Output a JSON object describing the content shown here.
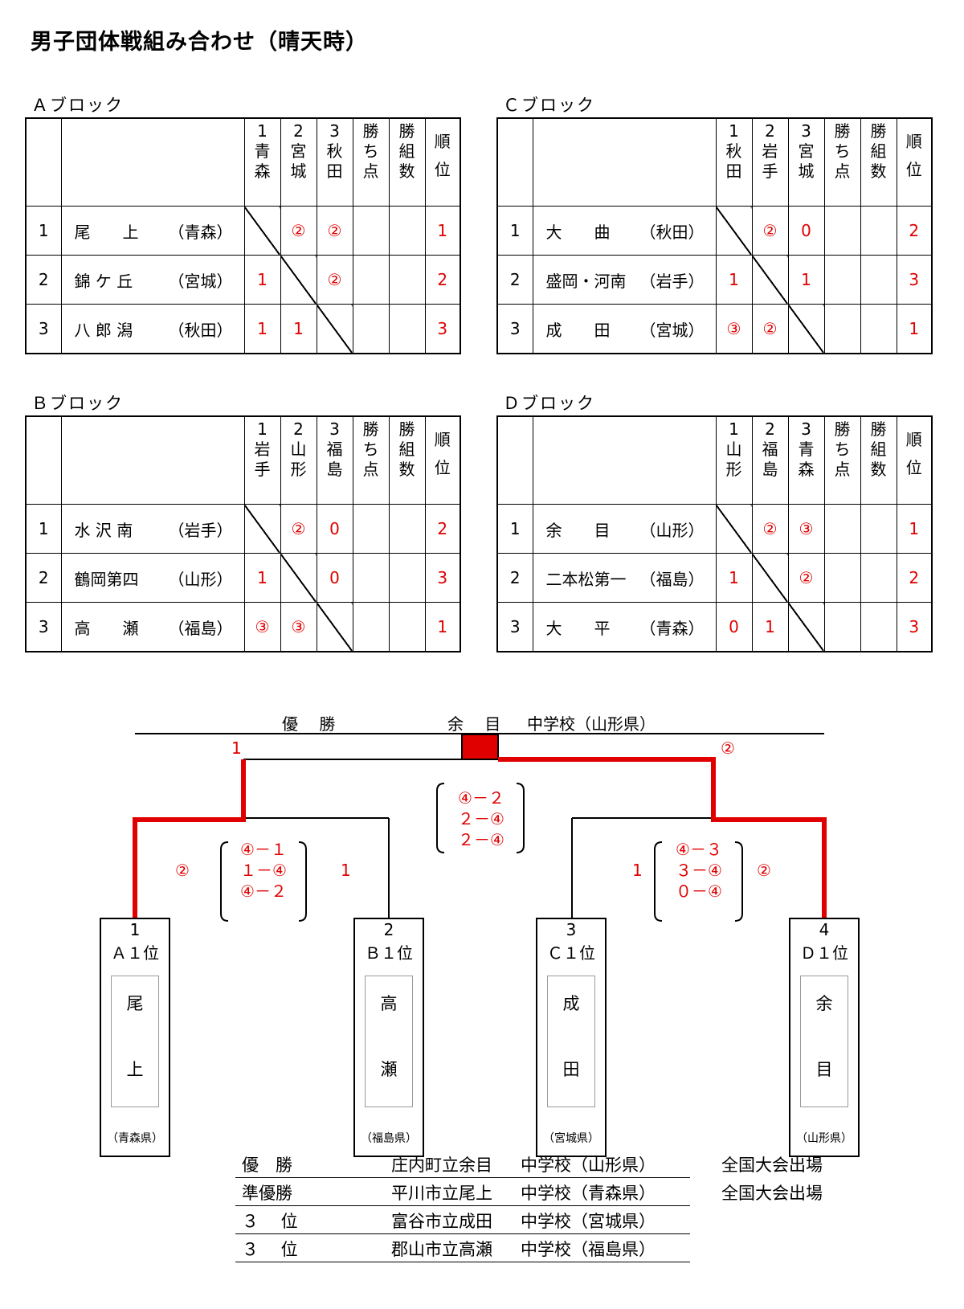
{
  "title": "男子団体戦組み合わせ（晴天時）",
  "colors": {
    "winner_line": "#e00000",
    "score_text": "#e00000"
  },
  "headers": {
    "points": [
      "勝",
      "ち",
      "点"
    ],
    "wins": [
      "勝",
      "組",
      "数"
    ],
    "rank": [
      "順",
      "位"
    ]
  },
  "blocks": [
    {
      "label": "Ａブロック",
      "cols": [
        [
          "1",
          "青",
          "森"
        ],
        [
          "2",
          "宮",
          "城"
        ],
        [
          "3",
          "秋",
          "田"
        ]
      ],
      "teams": [
        {
          "no": "1",
          "name": "尾　　上",
          "pref": "（青森）",
          "results": [
            "x",
            "②",
            "②"
          ],
          "rank": "1"
        },
        {
          "no": "2",
          "name": "錦 ケ 丘",
          "pref": "（宮城）",
          "results": [
            "1",
            "x",
            "②"
          ],
          "rank": "2"
        },
        {
          "no": "3",
          "name": "八 郎 潟",
          "pref": "（秋田）",
          "results": [
            "1",
            "1",
            "x"
          ],
          "rank": "3"
        }
      ]
    },
    {
      "label": "Ｃブロック",
      "cols": [
        [
          "1",
          "秋",
          "田"
        ],
        [
          "2",
          "岩",
          "手"
        ],
        [
          "3",
          "宮",
          "城"
        ]
      ],
      "teams": [
        {
          "no": "1",
          "name": "大　　曲",
          "pref": "（秋田）",
          "results": [
            "x",
            "②",
            "0"
          ],
          "rank": "2"
        },
        {
          "no": "2",
          "name": "盛岡・河南",
          "pref": "（岩手）",
          "results": [
            "1",
            "x",
            "1"
          ],
          "rank": "3"
        },
        {
          "no": "3",
          "name": "成　　田",
          "pref": "（宮城）",
          "results": [
            "③",
            "②",
            "x"
          ],
          "rank": "1"
        }
      ]
    },
    {
      "label": "Ｂブロック",
      "cols": [
        [
          "1",
          "岩",
          "手"
        ],
        [
          "2",
          "山",
          "形"
        ],
        [
          "3",
          "福",
          "島"
        ]
      ],
      "teams": [
        {
          "no": "1",
          "name": "水 沢 南",
          "pref": "（岩手）",
          "results": [
            "x",
            "②",
            "0"
          ],
          "rank": "2"
        },
        {
          "no": "2",
          "name": "鶴岡第四",
          "pref": "（山形）",
          "results": [
            "1",
            "x",
            "0"
          ],
          "rank": "3"
        },
        {
          "no": "3",
          "name": "高　　瀬",
          "pref": "（福島）",
          "results": [
            "③",
            "③",
            "x"
          ],
          "rank": "1"
        }
      ]
    },
    {
      "label": "Ｄブロック",
      "cols": [
        [
          "1",
          "山",
          "形"
        ],
        [
          "2",
          "福",
          "島"
        ],
        [
          "3",
          "青",
          "森"
        ]
      ],
      "teams": [
        {
          "no": "1",
          "name": "余　　目",
          "pref": "（山形）",
          "results": [
            "x",
            "②",
            "③"
          ],
          "rank": "1"
        },
        {
          "no": "2",
          "name": "二本松第一",
          "pref": "（福島）",
          "results": [
            "1",
            "x",
            "②"
          ],
          "rank": "2"
        },
        {
          "no": "3",
          "name": "大　　平",
          "pref": "（青森）",
          "results": [
            "0",
            "1",
            "x"
          ],
          "rank": "3"
        }
      ]
    }
  ],
  "bracket": {
    "champion_label": "優　 勝",
    "champion_name": "余　 目",
    "champion_school": "中学校（山形県）",
    "final": {
      "left_score": "1",
      "right_score": "②",
      "games": [
        "④－２",
        "２－④",
        "２－④"
      ]
    },
    "semi_left": {
      "left_score": "②",
      "right_score": "1",
      "games": [
        "④－１",
        "１－④",
        "④－２"
      ]
    },
    "semi_right": {
      "left_score": "1",
      "right_score": "②",
      "games": [
        "④－３",
        "３－④",
        "０－④"
      ]
    },
    "entries": [
      {
        "seed": "1",
        "pos": "Ａ１位",
        "chars": [
          "尾",
          "上"
        ],
        "pref": "（青森県）"
      },
      {
        "seed": "2",
        "pos": "Ｂ１位",
        "chars": [
          "高",
          "瀬"
        ],
        "pref": "（福島県）"
      },
      {
        "seed": "3",
        "pos": "Ｃ１位",
        "chars": [
          "成",
          "田"
        ],
        "pref": "（宮城県）"
      },
      {
        "seed": "4",
        "pos": "Ｄ１位",
        "chars": [
          "余",
          "目"
        ],
        "pref": "（山形県）"
      }
    ]
  },
  "results": [
    {
      "place": "優　勝",
      "school": "庄内町立余目",
      "suffix": "中学校（山形県）",
      "note": "全国大会出場"
    },
    {
      "place": "準優勝",
      "school": "平川市立尾上",
      "suffix": "中学校（青森県）",
      "note": "全国大会出場"
    },
    {
      "place": "３　 位",
      "school": "富谷市立成田",
      "suffix": "中学校（宮城県）",
      "note": ""
    },
    {
      "place": "３　 位",
      "school": "郡山市立高瀬",
      "suffix": "中学校（福島県）",
      "note": ""
    }
  ]
}
